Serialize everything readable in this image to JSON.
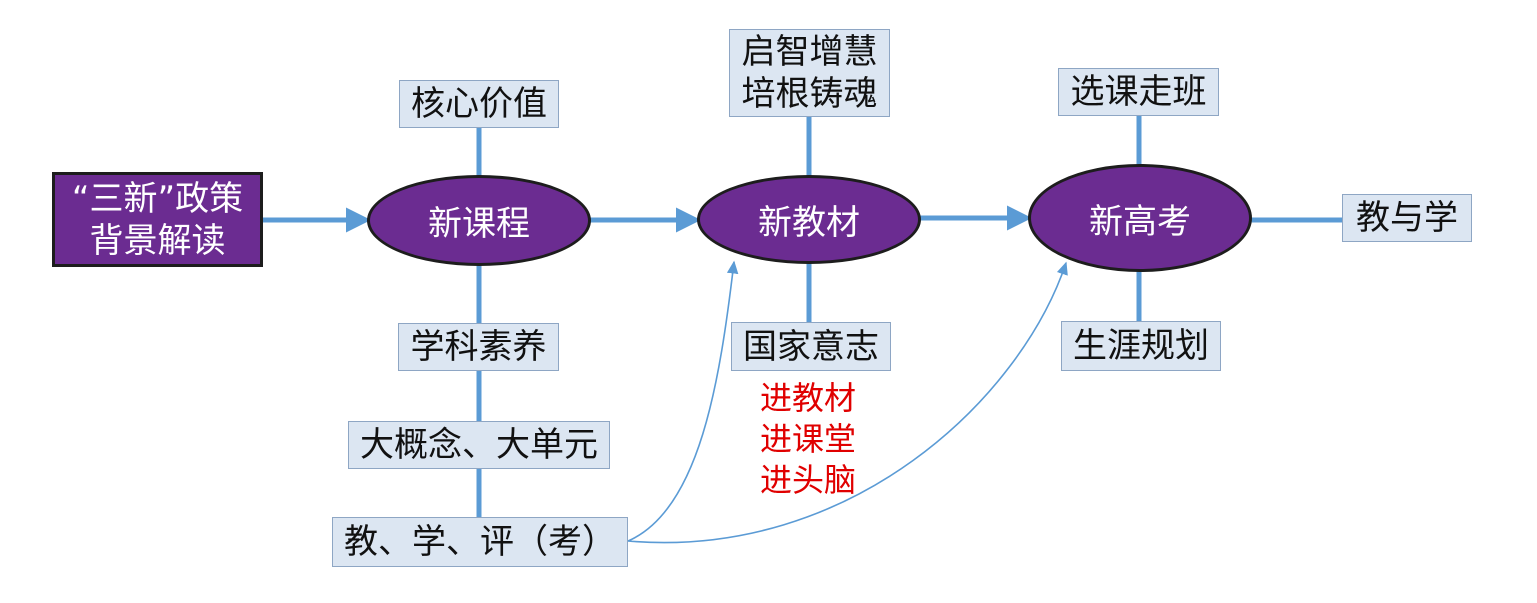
{
  "policy_box": {
    "line1": "“三新”政策",
    "line2": "背景解读"
  },
  "stages": {
    "curriculum": "新课程",
    "textbook": "新教材",
    "exam": "新高考"
  },
  "curriculum": {
    "top": "核心价值",
    "bottom": "学科素养",
    "concepts": "大概念、大单元",
    "teach_learn_eval": "教、学、评（考）"
  },
  "textbook": {
    "top_line1": "启智增慧",
    "top_line2": "培根铸魂",
    "bottom": "国家意志",
    "red_notes": [
      "进教材",
      "进课堂",
      "进头脑"
    ]
  },
  "exam": {
    "top": "选课走班",
    "bottom": "生涯规划",
    "right": "教与学"
  },
  "colors": {
    "purple": "#6b2c91",
    "connector": "#5b9bd5",
    "box_fill": "#dce6f2",
    "note_red": "#e00000"
  }
}
